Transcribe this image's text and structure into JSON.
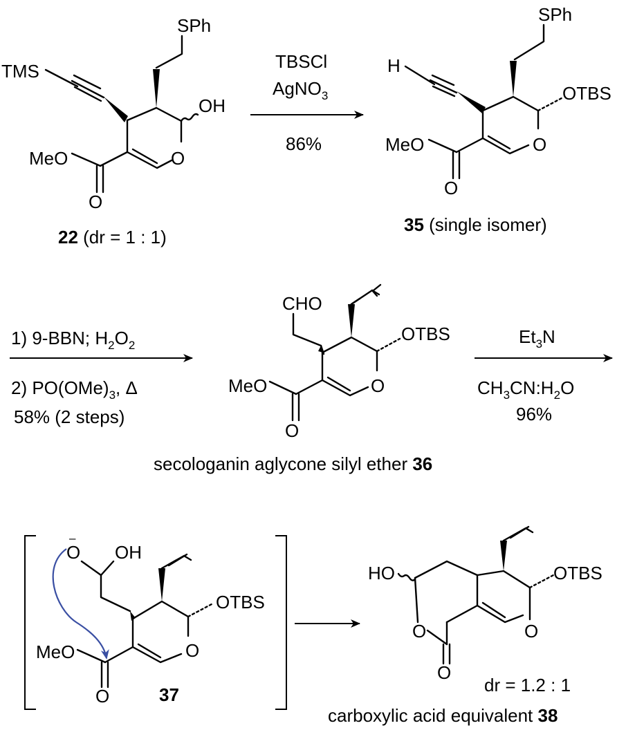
{
  "atoms": {
    "SPh": "SPh",
    "TMS": "TMS",
    "OH": "OH",
    "O": "O",
    "MeO": "MeO",
    "H": "H",
    "OTBS": "OTBS",
    "CHO": "CHO",
    "HO": "HO",
    "minus": "–"
  },
  "compounds": {
    "c22": {
      "number": "22",
      "note": " (dr = 1 : 1)"
    },
    "c35": {
      "number": "35",
      "note": " (single isomer)"
    },
    "c36": {
      "prefix": "secologanin aglycone silyl ether ",
      "number": "36"
    },
    "c37": {
      "number": "37"
    },
    "c38": {
      "prefix": "carboxylic acid equivalent ",
      "number": "38",
      "dr": "dr = 1.2 : 1"
    }
  },
  "arrows": {
    "a1": {
      "line1": "TBSCl",
      "line2_pre": "AgNO",
      "line2_sub": "3",
      "below": "86%"
    },
    "a2": {
      "line1_pre": "1) 9-BBN; H",
      "line1_sub1": "2",
      "line1_mid": "O",
      "line1_sub2": "2",
      "line2_pre": "2) PO(OMe)",
      "line2_sub": "3",
      "line2_post": ", Δ",
      "line3": "58% (2 steps)"
    },
    "a3": {
      "line1_pre": "Et",
      "line1_sub": "3",
      "line1_post": "N",
      "line2_pre": "CH",
      "line2_sub": "3",
      "line2_post": "CN:H",
      "line2_sub2": "2",
      "line2_post2": "O",
      "line3": "96%"
    }
  },
  "colors": {
    "mechanism_arrow": "#3a4fa3"
  }
}
